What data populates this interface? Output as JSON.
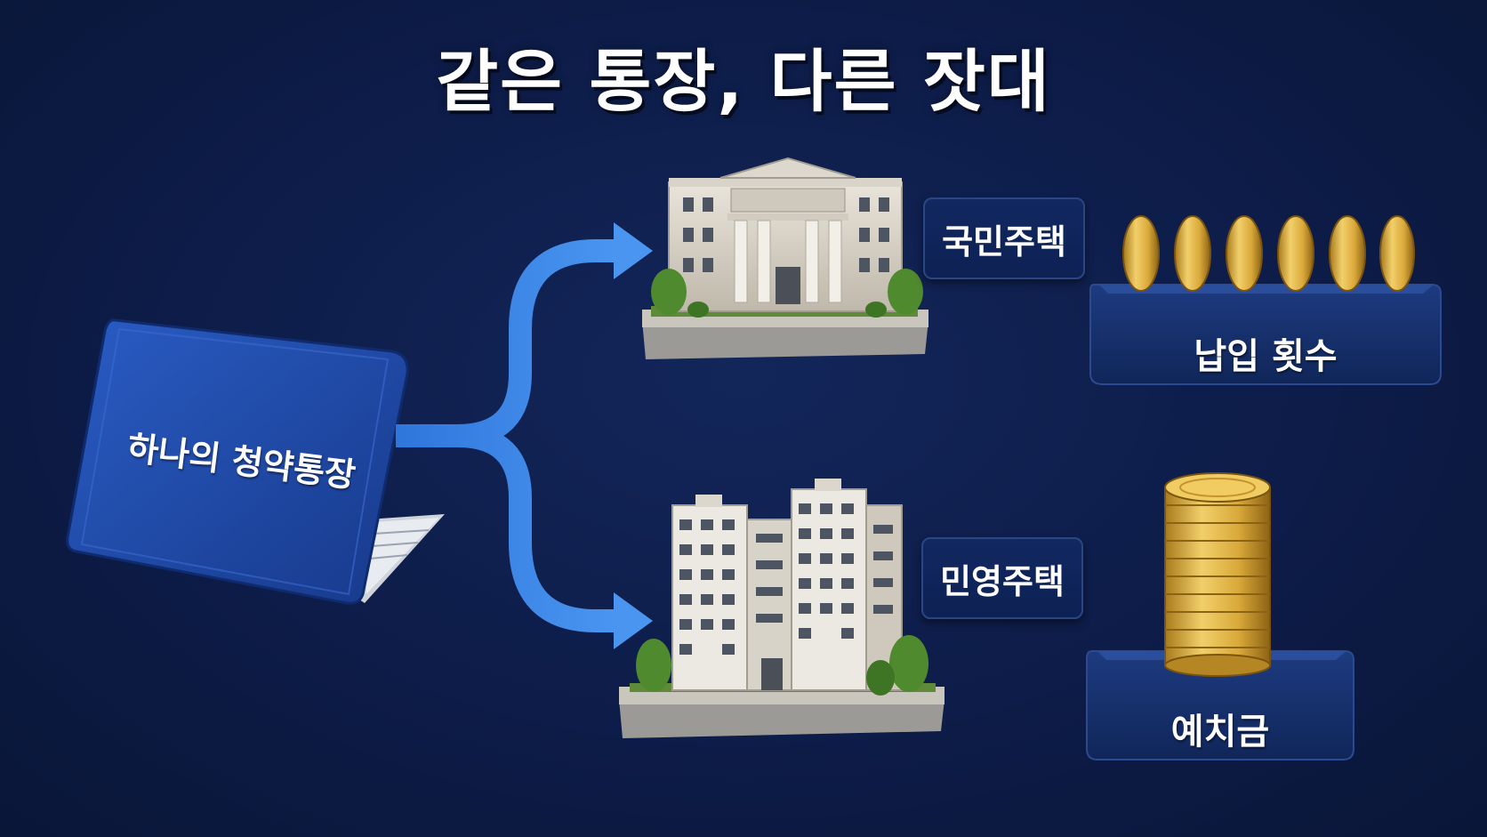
{
  "title": "같은 통장, 다른 잣대",
  "source": {
    "label": "하나의 청약통장"
  },
  "branches": [
    {
      "label": "국민주택",
      "criterion": "납입 횟수",
      "building_icon": "government-building-icon",
      "coins_icon": "coin-row-icon"
    },
    {
      "label": "민영주택",
      "criterion": "예치금",
      "building_icon": "apartment-building-icon",
      "coins_icon": "coin-stack-icon"
    }
  ],
  "colors": {
    "background": "#0d1c48",
    "arrow": "#3b86e8",
    "book": "#1f49a8",
    "coin": "#d9a93a",
    "pedestal": "#15306e"
  }
}
